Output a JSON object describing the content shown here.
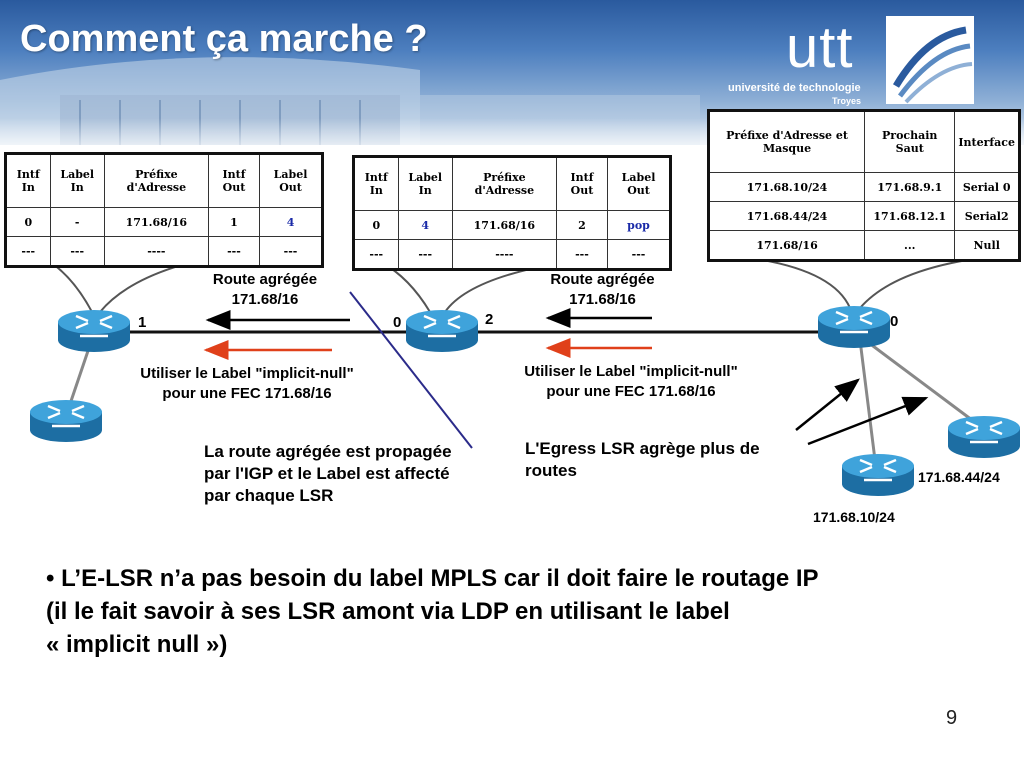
{
  "slide": {
    "title": "Comment ça marche ?",
    "page_number": "9"
  },
  "logo": {
    "name": "utt",
    "line1": "université de technologie",
    "line2": "Troyes"
  },
  "tables": {
    "lsr1": {
      "headers": [
        "Intf In",
        "Label In",
        "Préfixe d'Adresse",
        "Intf Out",
        "Label Out"
      ],
      "rows": [
        [
          "0",
          "-",
          "171.68/16",
          "1",
          "4"
        ],
        [
          "---",
          "---",
          "----",
          "---",
          "---"
        ]
      ]
    },
    "lsr2": {
      "headers": [
        "Intf In",
        "Label In",
        "Préfixe d'Adresse",
        "Intf Out",
        "Label Out"
      ],
      "rows": [
        [
          "0",
          "4",
          "171.68/16",
          "2",
          "pop"
        ],
        [
          "---",
          "---",
          "----",
          "---",
          "---"
        ]
      ]
    },
    "egress": {
      "headers": [
        "Préfixe d'Adresse et Masque",
        "Prochain Saut",
        "Interface"
      ],
      "rows": [
        [
          "171.68.10/24",
          "171.68.9.1",
          "Serial 0"
        ],
        [
          "171.68.44/24",
          "171.68.12.1",
          "Serial2"
        ],
        [
          "171.68/16",
          "...",
          "Null"
        ]
      ]
    }
  },
  "labels": {
    "route_left_1": "Route agrégée",
    "route_left_2": "171.68/16",
    "route_right_1": "Route agrégée",
    "route_right_2": "171.68/16",
    "intf_left_1": "1",
    "intf_mid_0": "0",
    "intf_mid_2": "2",
    "intf_right_0": "0",
    "use_left_1": "Utiliser le Label \"implicit-null\"",
    "use_left_2": "pour une FEC 171.68/16",
    "use_right_1": "Utiliser le Label \"implicit-null\"",
    "use_right_2": "pour une FEC 171.68/16",
    "note_prop_1": "La route agrégée est propagée",
    "note_prop_2": "par l'IGP et le Label est affecté",
    "note_prop_3": "par chaque LSR",
    "note_egress_1": "L'Egress LSR agrège plus de",
    "note_egress_2": "routes",
    "net_44": "171.68.44/24",
    "net_10": "171.68.10/24"
  },
  "bullet": {
    "line1": "• L’E-LSR n’a pas besoin du label MPLS car il doit faire le routage IP",
    "line2": "(il le fait savoir à ses LSR amont via LDP en utilisant le label",
    "line3": "« implicit null »)"
  },
  "colors": {
    "label_highlight": "#1a2aa8",
    "red_arrow": "#e0401a",
    "router": "#2a8fc9",
    "title": "#ffffff"
  }
}
